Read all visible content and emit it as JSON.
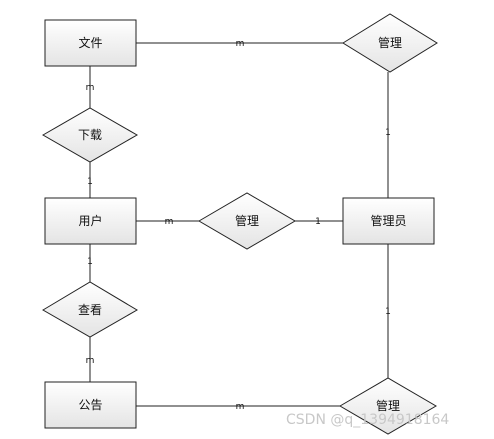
{
  "entities": {
    "file": "文件",
    "user": "用户",
    "admin": "管理员",
    "notice": "公告"
  },
  "relationships": {
    "manage_file": "管理",
    "download": "下载",
    "manage_user": "管理",
    "view": "查看",
    "manage_notice": "管理"
  },
  "cardinalities": {
    "file_manage": "m",
    "manage_admin_top": "1",
    "file_download": "m",
    "download_user": "1",
    "user_manage": "m",
    "manage_admin_mid": "1",
    "user_view": "1",
    "view_notice": "m",
    "admin_manage_bottom": "1",
    "notice_manage": "m"
  },
  "watermark": "CSDN @q_1394918164",
  "colors": {
    "line": "#222222",
    "border": "#222222",
    "fill_top": "#ffffff",
    "fill_bottom": "#e6e6e6"
  }
}
